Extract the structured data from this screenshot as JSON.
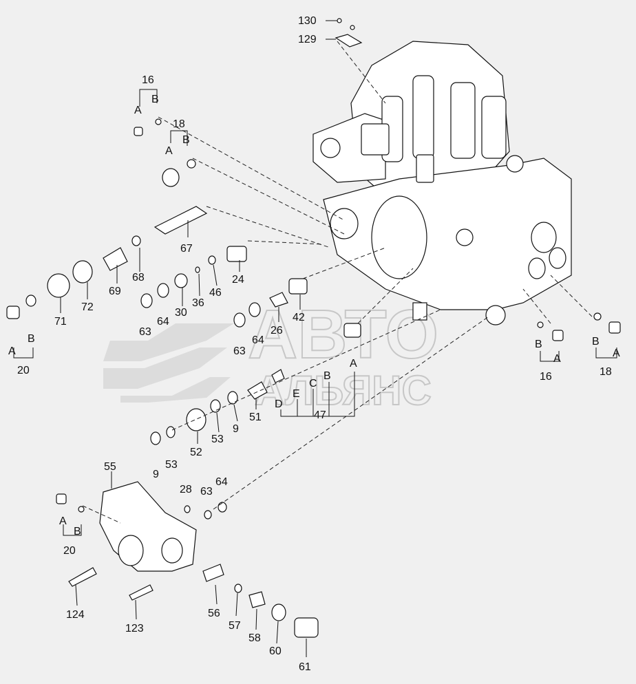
{
  "watermark": {
    "line1": "АВТО",
    "line2": "АЛЬЯНС"
  },
  "callouts": {
    "p130": "130",
    "p129": "129",
    "p16a": "16",
    "p16a_A": "A",
    "p16a_B": "B",
    "p18a": "18",
    "p18a_A": "A",
    "p18a_B": "B",
    "p67": "67",
    "p68": "68",
    "p69": "69",
    "p72": "72",
    "p71": "71",
    "p20a": "20",
    "p20a_A": "A",
    "p20a_B": "B",
    "p24": "24",
    "p46": "46",
    "p36": "36",
    "p30": "30",
    "p64a": "64",
    "p63a": "63",
    "p26": "26",
    "p42": "42",
    "p64b": "64",
    "p63b": "63",
    "p47": "47",
    "p47_A": "A",
    "p47_B": "B",
    "p47_C": "C",
    "p47_D": "D",
    "p47_E": "E",
    "p51": "51",
    "p9a": "9",
    "p53a": "53",
    "p52": "52",
    "p53b": "53",
    "p9b": "9",
    "p16b": "16",
    "p16b_A": "A",
    "p16b_B": "B",
    "p18b": "18",
    "p18b_A": "A",
    "p18b_B": "B",
    "p55": "55",
    "p28": "28",
    "p63c": "63",
    "p64c": "64",
    "p20b": "20",
    "p20b_A": "A",
    "p20b_B": "B",
    "p124": "124",
    "p123": "123",
    "p56": "56",
    "p57": "57",
    "p58": "58",
    "p60": "60",
    "p61": "61"
  }
}
